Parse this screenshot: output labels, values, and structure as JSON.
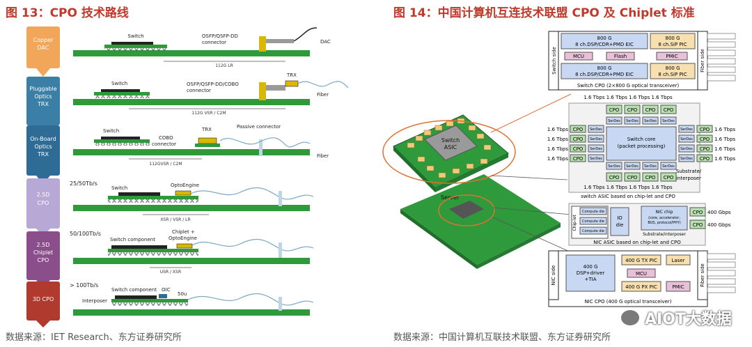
{
  "left": {
    "title": "图 13：CPO 技术路线",
    "source": "数据来源：IET Research、东方证券研究所",
    "stages": [
      "Copper DAC",
      "Pluggable Optics TRX",
      "On-Board Optics TRX",
      "2.5D CPO",
      "2.5D Chiplet CPO",
      "3D CPO"
    ],
    "rows": [
      {
        "switch": "Switch",
        "conn": "OSFP/QSFP-DD connector",
        "end": "DAC",
        "link": "112G LR"
      },
      {
        "switch": "Switch",
        "conn": "OSFP/QSFP-DD/COBO connector",
        "trx": "TRX",
        "end": "Fiber",
        "link": "112G VSR / C2M"
      },
      {
        "switch": "Switch",
        "conn": "COBO connector",
        "trx": "TRX",
        "passive": "Passive connector",
        "end": "Fiber",
        "link": "112GVSR / C2M"
      },
      {
        "bw": "25/50Tb/s",
        "switch": "Switch",
        "engine": "OptoEngine",
        "link": "XSR / VSR / LR"
      },
      {
        "bw": "50/100Tb/s",
        "switch": "Switch component",
        "engine": "Chiplet + OptoEngine",
        "link": "USR / XSR"
      },
      {
        "bw": "> 100Tb/s",
        "switch": "Switch component",
        "oic": "OIC",
        "interposer": "Interposer",
        "gap": "50u"
      }
    ]
  },
  "right": {
    "title": "图 14：中国计算机互连技术联盟 CPO 及 Chiplet 标准",
    "source": "数据来源：中国计算机互联技术联盟、东方证券研究所",
    "server": "Server",
    "switch_asic": "Switch ASIC",
    "switch_cpo": {
      "left_side": "Switch side",
      "right_side": "Fiber side",
      "eic1": "800 G 8 ch.DSP/CDR+PMD EIC",
      "pic1": "800 G 8 ch.SiP PIC",
      "mcu": "MCU",
      "flash": "Flash",
      "pmic": "PMIC",
      "eic2": "800 G 8 ch.DSP/CDR+PMD EIC",
      "pic2": "800 G 8 ch.SiP PIC",
      "caption": "Switch CPO (2×800 G optical transceiver)"
    },
    "switch_chiplet": {
      "rate": "1.6 Tbps",
      "cpo": "CPO",
      "serdes": "SerDes",
      "core": "Switch core (packet processing)",
      "substrate": "Substrate/ interposer",
      "caption": "switch ASIC based on chip-let and CPO"
    },
    "nic": {
      "chiplet_label": "Chip-let",
      "compute_die": "Compute die",
      "io_die": "IO die",
      "nic_chip": "NIC chip (core, accelerator, BUS, protocol/PHY)",
      "cpo": "CPO",
      "rate": "400 Gbps",
      "substrate": "Substrate/interposer",
      "caption": "NIC ASIC based on chip-let and CPO"
    },
    "nic_cpo": {
      "left_side": "NIC side",
      "right_side": "Fiber side",
      "dsp": "400 G DSP+driver +TIA",
      "tx": "400 G TX PIC",
      "laser": "Laser",
      "mcu": "MCU",
      "rx": "400 G PX PIC",
      "pmic": "PMIC",
      "caption": "NIC CPO (400 G optical transceiver)"
    },
    "watermark": "AIOT大数据"
  },
  "colors": {
    "title_red": "#c0392b",
    "pcb_green": "#2e9a3c",
    "chip_blue": "#c9d8f2",
    "pic_yellow": "#f7dfb0",
    "cpo_green": "#b8e0b0",
    "pink": "#e8c0d8"
  }
}
